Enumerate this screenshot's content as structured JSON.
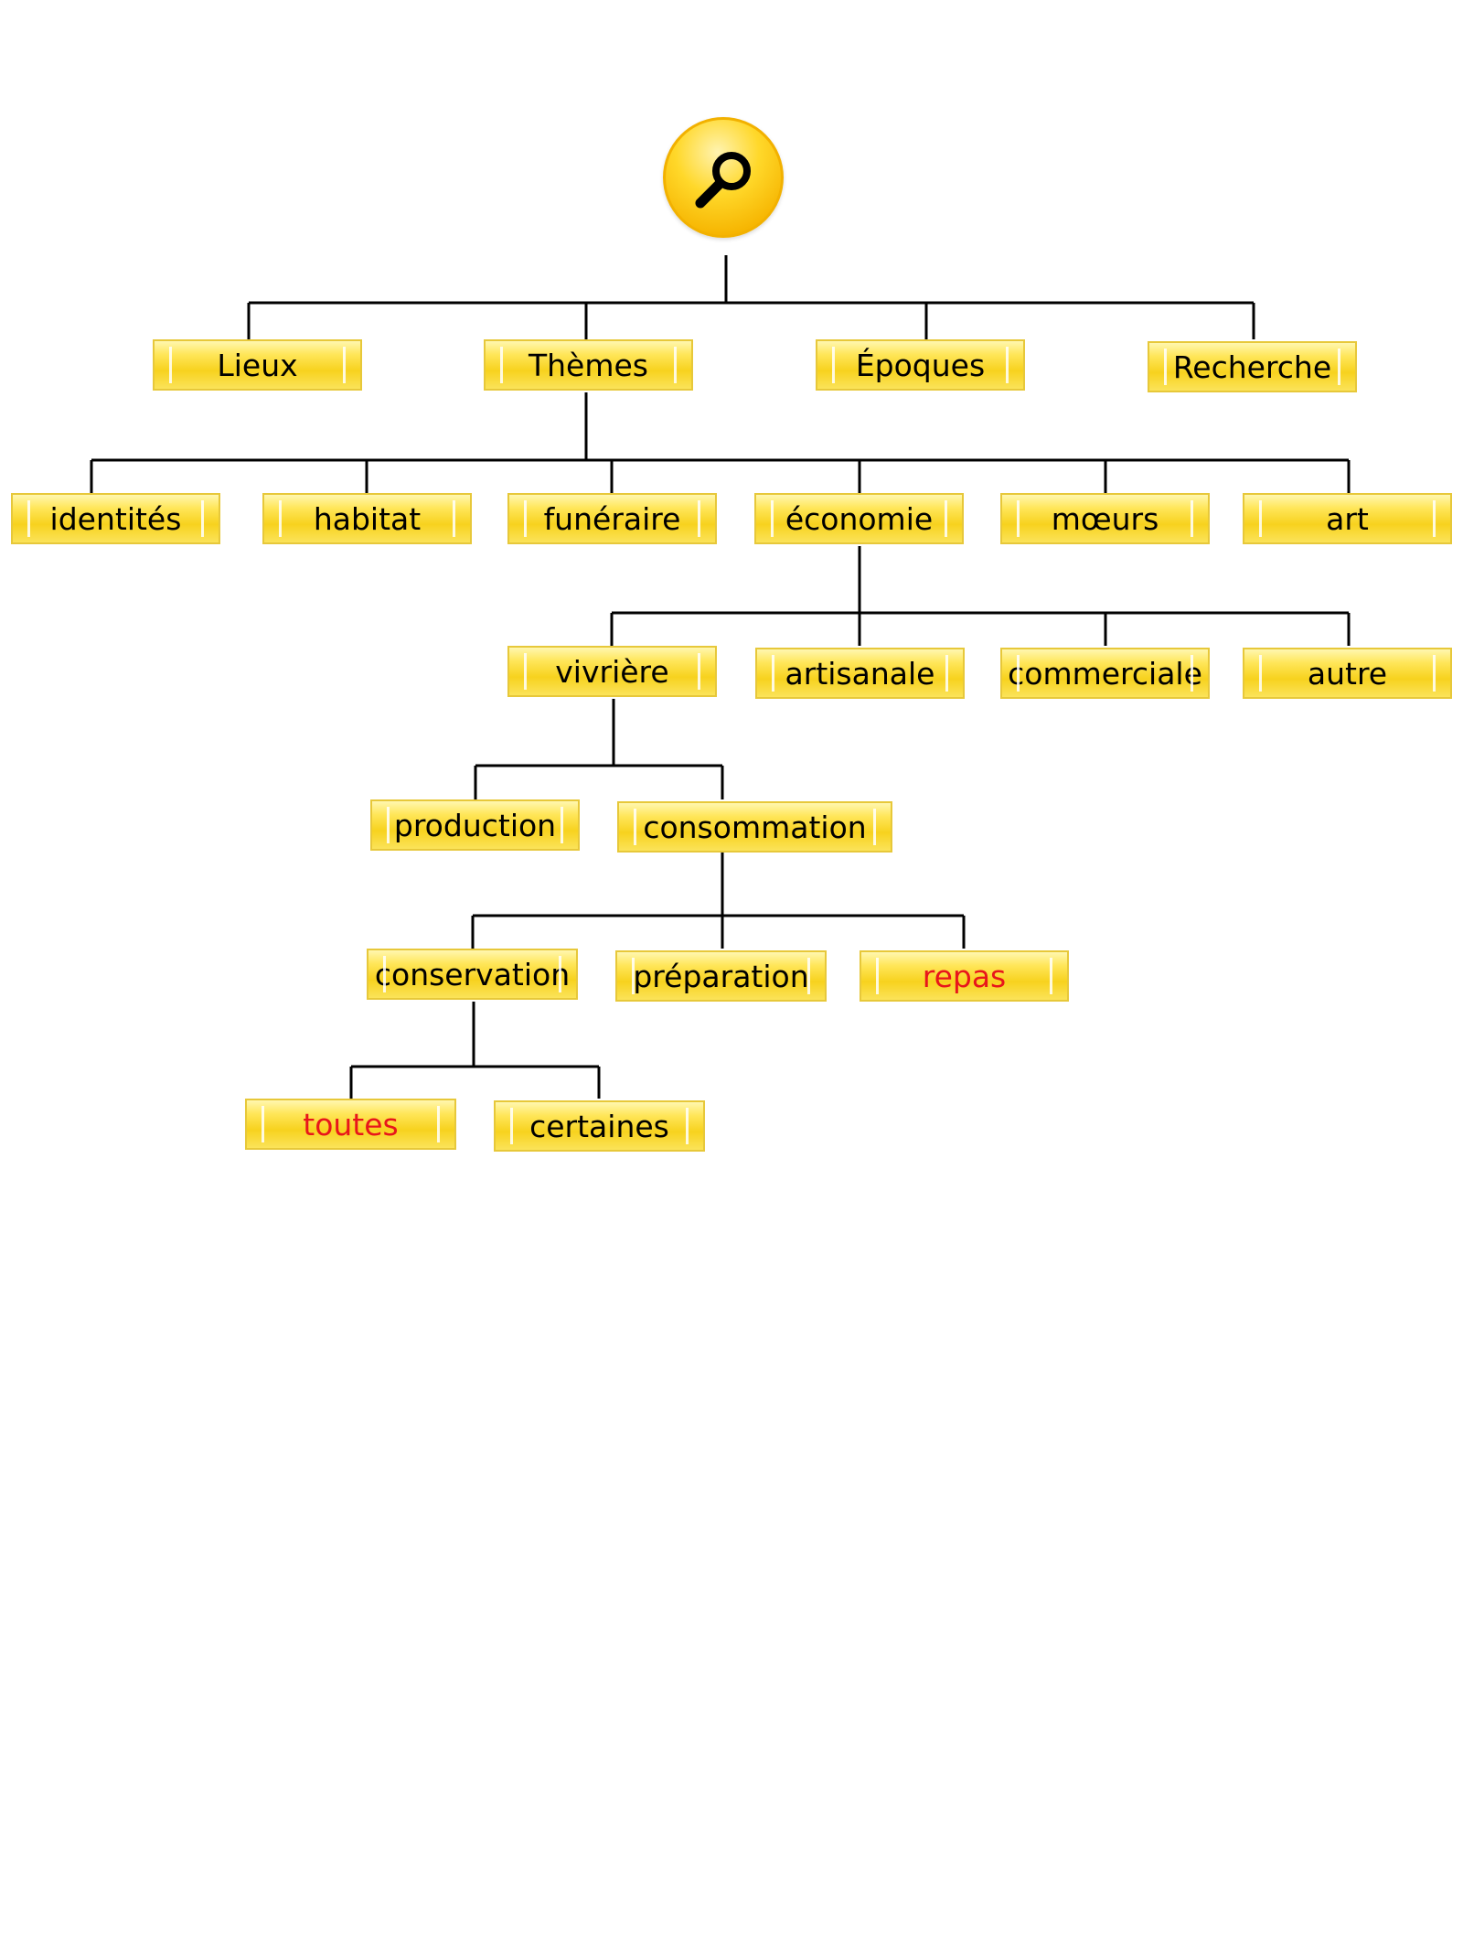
{
  "search": {
    "icon": "magnifier-icon"
  },
  "nodes": {
    "lieux": "Lieux",
    "themes": "Thèmes",
    "epoques": "Époques",
    "recherche": "Recherche",
    "identites": "identités",
    "habitat": "habitat",
    "funeraire": "funéraire",
    "economie": "économie",
    "moeurs": "mœurs",
    "art": "art",
    "vivriere": "vivrière",
    "artisanale": "artisanale",
    "commerciale": "commerciale",
    "autre": "autre",
    "production": "production",
    "consommation": "consommation",
    "conservation": "conservation",
    "preparation": "préparation",
    "repas": "repas",
    "toutes": "toutes",
    "certaines": "certaines"
  },
  "colors": {
    "box_fill": "#f7d21e",
    "box_border": "#e7c83a",
    "text": "#000000",
    "highlight_text": "#e8161b",
    "connector": "#000000",
    "search_button": "#ffd82a"
  }
}
